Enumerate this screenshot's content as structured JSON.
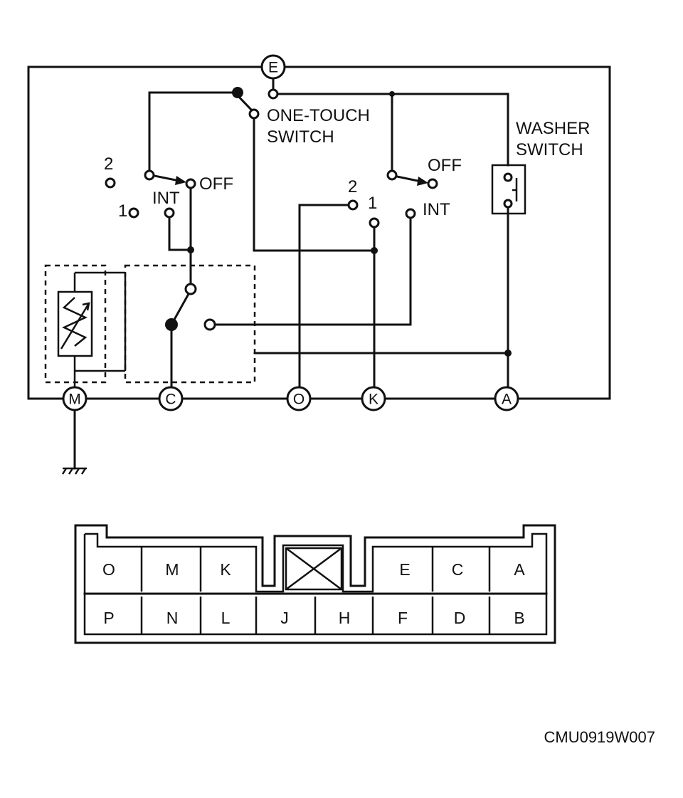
{
  "terminals": {
    "E": "E",
    "M": "M",
    "C": "C",
    "O": "O",
    "K": "K",
    "A": "A"
  },
  "labels": {
    "one_touch_line1": "ONE-TOUCH",
    "one_touch_line2": "SWITCH",
    "washer_line1": "WASHER",
    "washer_line2": "SWITCH",
    "left_pos_2": "2",
    "left_pos_1": "1",
    "left_int": "INT",
    "left_off": "OFF",
    "right_pos_2": "2",
    "right_pos_1": "1",
    "right_off": "OFF",
    "right_int": "INT"
  },
  "connector": {
    "top_row": [
      "O",
      "M",
      "K",
      "E",
      "C",
      "A"
    ],
    "bottom_row": [
      "P",
      "N",
      "L",
      "J",
      "H",
      "F",
      "D",
      "B"
    ]
  },
  "figure_code": "CMU0919W007"
}
